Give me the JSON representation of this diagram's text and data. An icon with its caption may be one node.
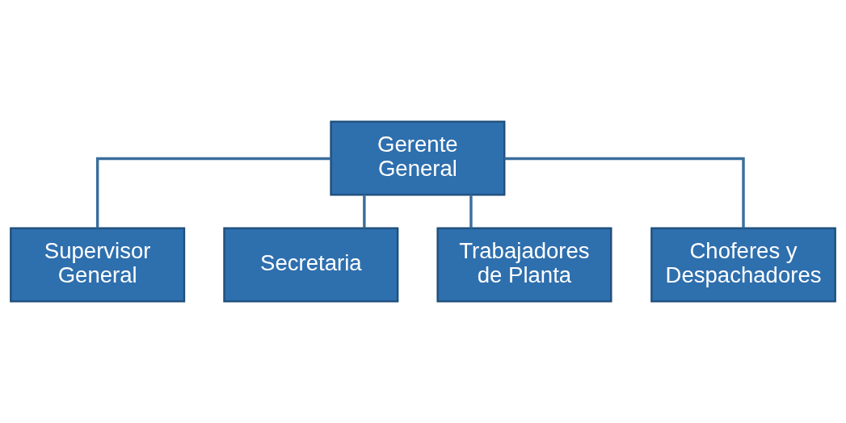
{
  "diagram": {
    "nodes": [
      {
        "text": [
          "Gerente General"
        ]
      },
      {
        "text": [
          "Supervisor General"
        ]
      },
      {
        "text": [
          "Secretaria"
        ]
      },
      {
        "text": [
          "Trabajadores de Planta"
        ]
      },
      {
        "text": [
          "Choferes y Despachadores"
        ]
      }
    ],
    "edges": [
      {
        "from": 0,
        "to": 1,
        "arrow": "none"
      },
      {
        "from": 0,
        "to": 2,
        "arrow": "none"
      },
      {
        "from": 0,
        "to": 3,
        "arrow": "none"
      },
      {
        "from": 0,
        "to": 4,
        "arrow": "none"
      }
    ]
  }
}
